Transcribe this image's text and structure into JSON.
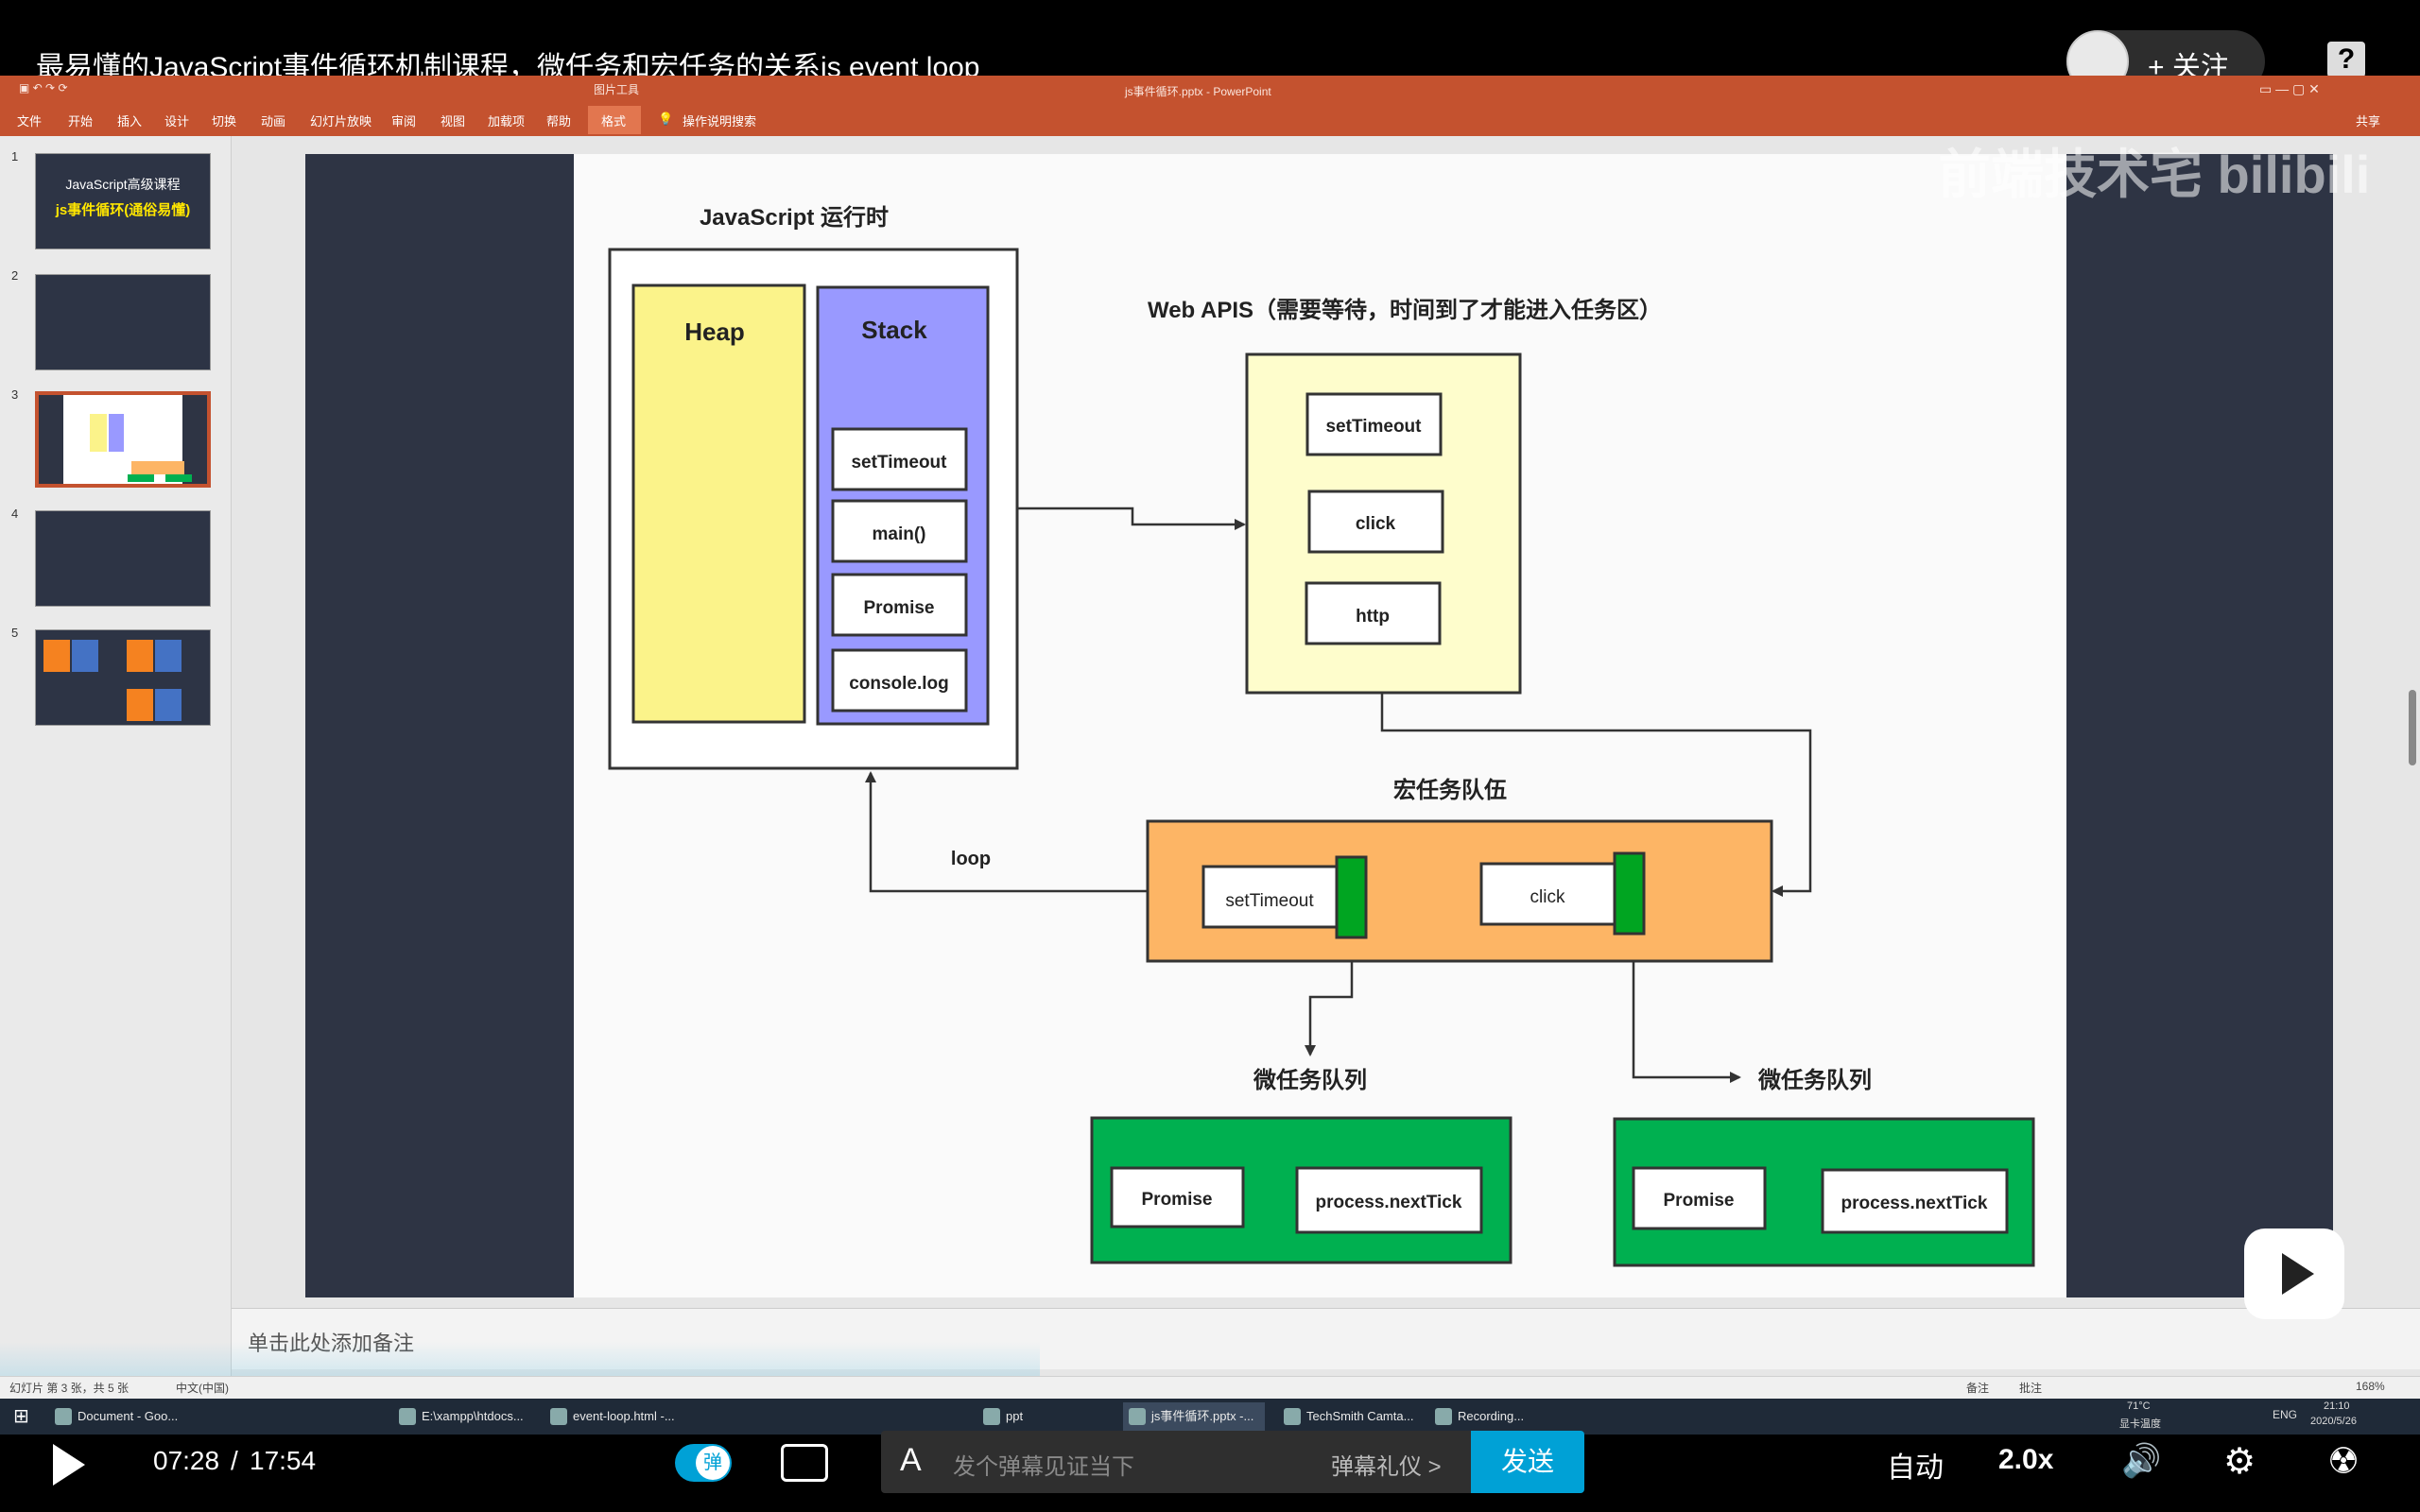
{
  "video": {
    "title": "最易懂的JavaScript事件循环机制课程，微任务和宏任务的关系js event loop",
    "follow_label": "+ 关注",
    "help_label": "?",
    "current_time": "07:28",
    "separator": "/",
    "duration": "17:54",
    "danmaku_toggle_label": "弹",
    "danmaku_placeholder": "发个弹幕见证当下",
    "danmaku_etiquette": "弹幕礼仪 >",
    "send_label": "发送",
    "quality_label": "自动",
    "speed_label": "2.0x",
    "watermark": "前端技术宅 bilibili"
  },
  "ppt": {
    "title": "js事件循环.pptx - PowerPoint",
    "picture_tools": "图片工具",
    "ribbon_tabs": [
      "文件",
      "开始",
      "插入",
      "设计",
      "切换",
      "动画",
      "幻灯片放映",
      "审阅",
      "视图",
      "加载项",
      "帮助",
      "格式",
      "操作说明搜索"
    ],
    "share_label": "共享",
    "thumb_numbers": [
      "1",
      "2",
      "3",
      "4",
      "5"
    ],
    "thumb1_line1": "JavaScript高级课程",
    "thumb1_line2": "js事件循环(通俗易懂)",
    "notes_placeholder": "单击此处添加备注",
    "status_left": "幻灯片 第 3 张，共 5 张",
    "status_lang": "中文(中国)",
    "status_notes": "备注",
    "status_comments": "批注",
    "zoom": "168%"
  },
  "diagram": {
    "runtime_title": "JavaScript 运行时",
    "heap_label": "Heap",
    "stack_label": "Stack",
    "stack_items": [
      "setTimeout",
      "main()",
      "Promise",
      "console.log"
    ],
    "webapis_title": "Web APIS（需要等待，时间到了才能进入任务区）",
    "webapis_items": [
      "setTimeout",
      "click",
      "http"
    ],
    "macro_title": "宏任务队伍",
    "macro_items": [
      "setTimeout",
      "click"
    ],
    "loop_label": "loop",
    "micro_title": "微任务队列",
    "micro_items": [
      "Promise",
      "process.nextTick"
    ],
    "colors": {
      "heap": "#fbf38a",
      "stack": "#9999ff",
      "webapis": "#fefdcc",
      "macro": "#fdb565",
      "micro": "#00b050",
      "marker": "#00a521"
    }
  },
  "taskbar": {
    "items": [
      "Document - Goo...",
      "E:\\xampp\\htdocs...",
      "event-loop.html -...",
      "ppt",
      "js事件循环.pptx -...",
      "TechSmith Camta...",
      "Recording..."
    ],
    "weather_temp": "71°C",
    "weather_text": "显卡温度",
    "lang": "ENG",
    "time": "21:10",
    "date": "2020/5/26"
  }
}
